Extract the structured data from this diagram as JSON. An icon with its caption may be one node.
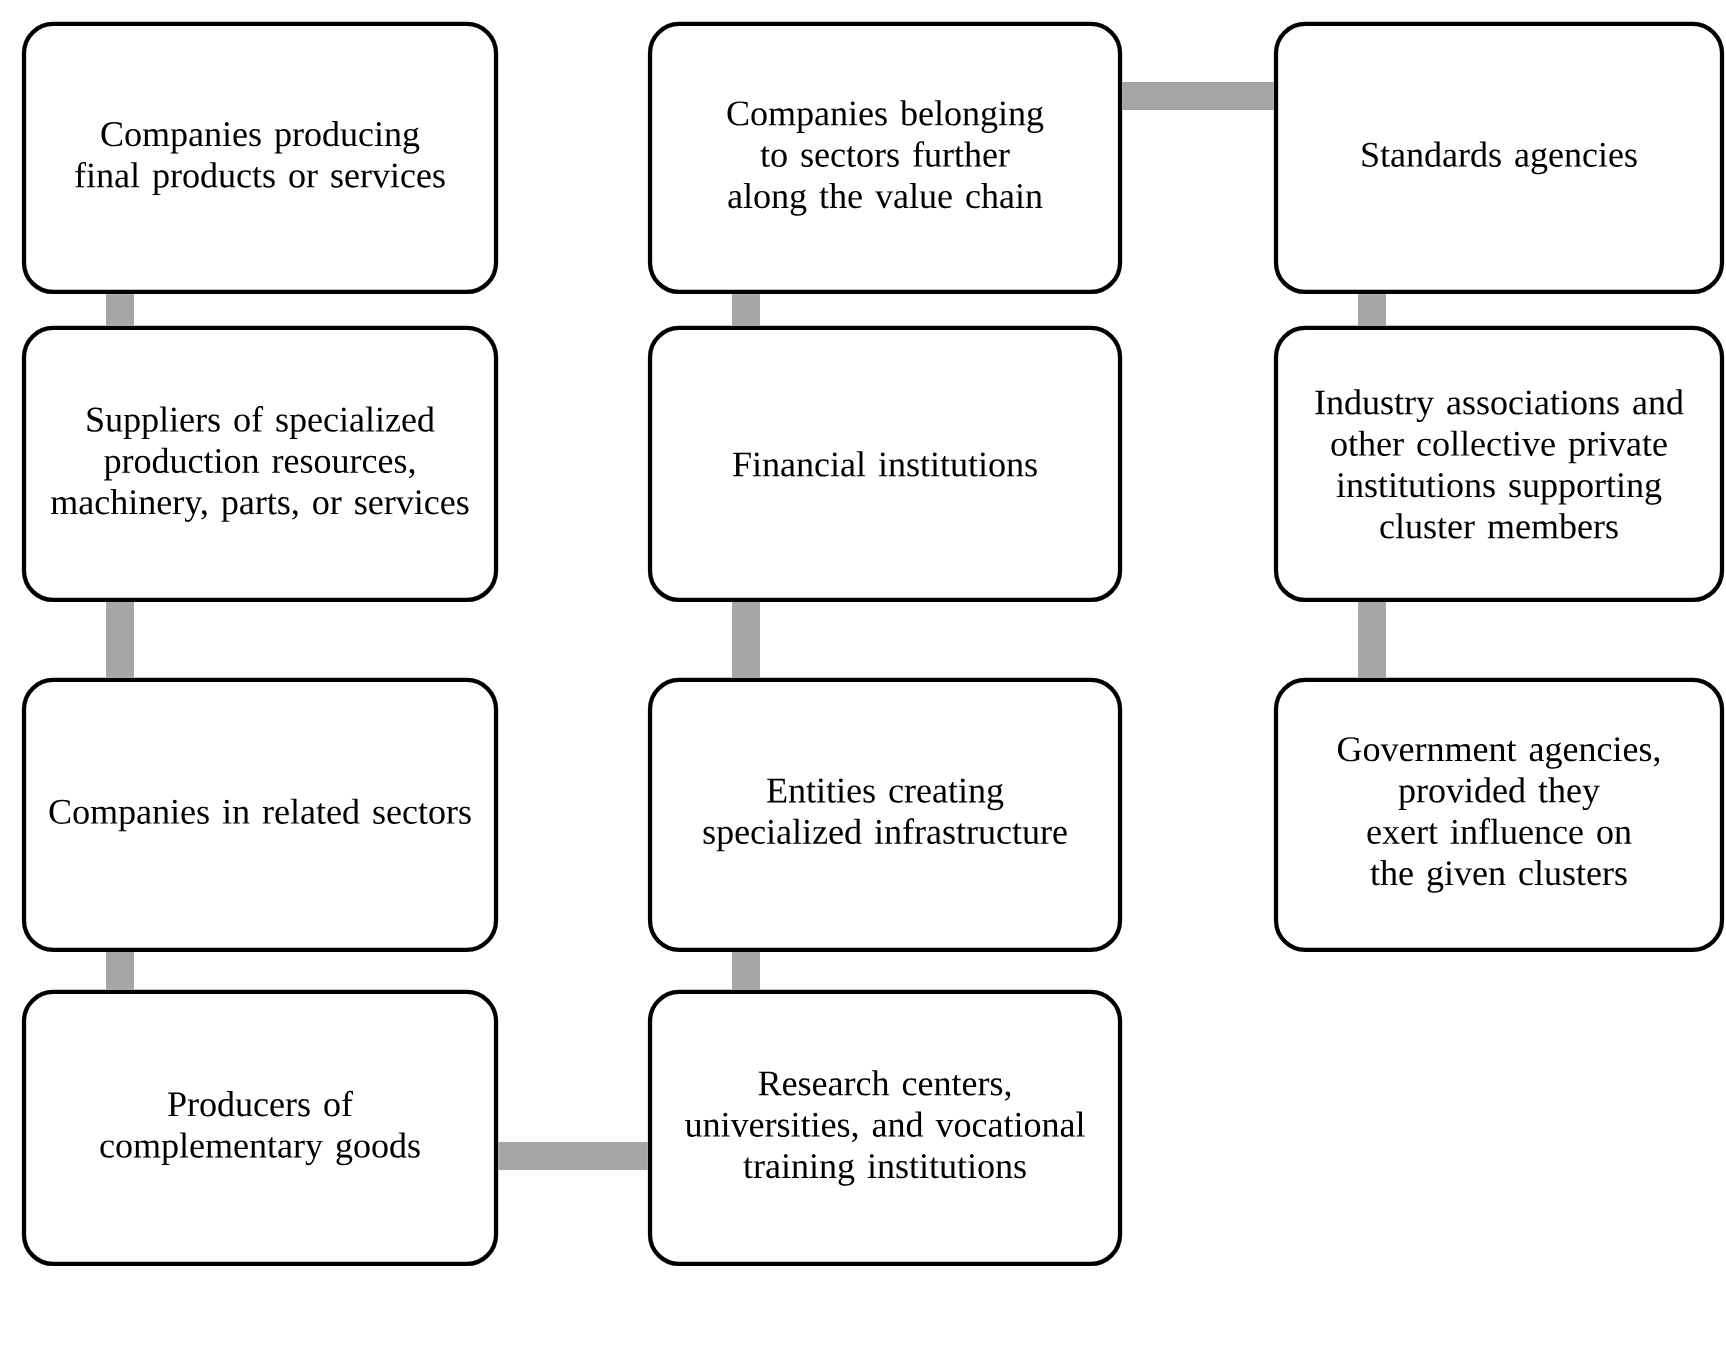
{
  "diagram": {
    "nodes": [
      {
        "text": [
          "Companies producing final products or services"
        ]
      },
      {
        "text": [
          "Suppliers of specialized production resources, machinery, parts, or services"
        ]
      },
      {
        "text": [
          "Companies in related sectors"
        ]
      },
      {
        "text": [
          "Producers of complementary goods"
        ]
      },
      {
        "text": [
          "Companies belonging to sectors further along the value chain"
        ]
      },
      {
        "text": [
          "Financial institutions"
        ]
      },
      {
        "text": [
          "Entities creating specialized infrastructure"
        ]
      },
      {
        "text": [
          "Research centers, universities, and vocational training institutions"
        ]
      },
      {
        "text": [
          "Standards agencies"
        ]
      },
      {
        "text": [
          "Industry associations and other collective private institutions supporting cluster members"
        ]
      },
      {
        "text": [
          "Government agencies, provided they exert influence on the given clusters"
        ]
      }
    ],
    "edges": [
      {
        "from": 0,
        "to": 1,
        "arrow": "none"
      },
      {
        "from": 1,
        "to": 2,
        "arrow": "none"
      },
      {
        "from": 2,
        "to": 3,
        "arrow": "none"
      },
      {
        "from": 3,
        "to": 7,
        "arrow": "none"
      },
      {
        "from": 7,
        "to": 6,
        "arrow": "none"
      },
      {
        "from": 6,
        "to": 5,
        "arrow": "none"
      },
      {
        "from": 5,
        "to": 4,
        "arrow": "none"
      },
      {
        "from": 4,
        "to": 8,
        "arrow": "none"
      },
      {
        "from": 8,
        "to": 9,
        "arrow": "none"
      },
      {
        "from": 9,
        "to": 10,
        "arrow": "none"
      }
    ]
  }
}
